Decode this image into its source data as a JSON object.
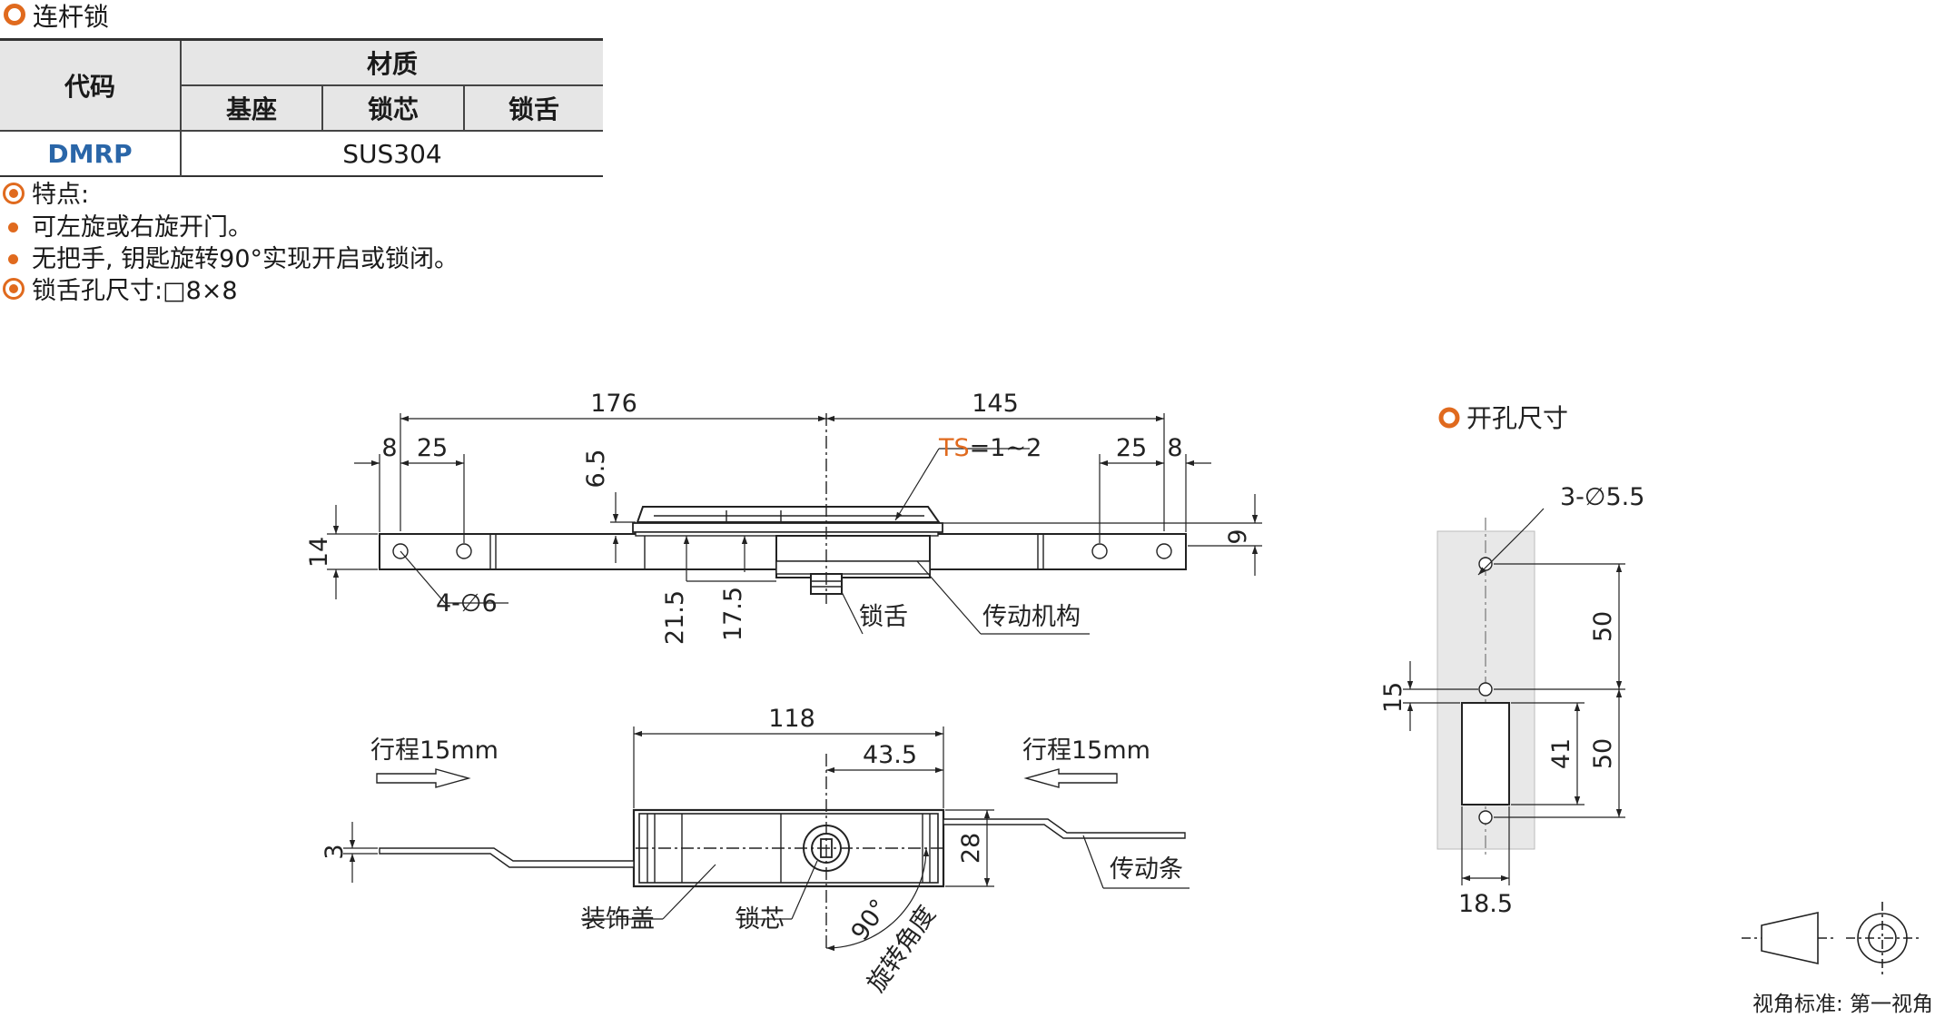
{
  "title": "连杆锁",
  "table": {
    "code_header": "代码",
    "material_header": "材质",
    "sub_headers": [
      "基座",
      "锁芯",
      "锁舌"
    ],
    "rows": [
      {
        "code": "DMRP",
        "material": "SUS304"
      }
    ]
  },
  "features": {
    "heading": "特点:",
    "items": [
      "可左旋或右旋开门。",
      "无把手, 钥匙旋转90°实现开启或锁闭。"
    ],
    "hole_size_label": "锁舌孔尺寸:",
    "hole_size_value": "□8×8"
  },
  "drawing": {
    "dims_top": {
      "d176": "176",
      "d145": "145",
      "d8_left": "8",
      "d25_left": "25",
      "d25_right": "25",
      "d8_right": "8",
      "d6_5": "6.5",
      "d14": "14",
      "d9": "9",
      "d21_5": "21.5",
      "d17_5": "17.5"
    },
    "ts_prefix": "TS",
    "ts_suffix": "=1~2",
    "hole_label": "4-∅6",
    "label_tongue": "锁舌",
    "label_mechanism": "传动机构",
    "dims_bottom": {
      "d118": "118",
      "d43_5": "43.5",
      "d3": "3",
      "d28": "28"
    },
    "travel_left": "行程15mm",
    "travel_right": "行程15mm",
    "label_cover": "装饰盖",
    "label_core": "锁芯",
    "label_bar": "传动条",
    "angle_value": "90°",
    "angle_label": "旋转角度"
  },
  "cutout": {
    "title": "开孔尺寸",
    "hole_label": "3-∅5.5",
    "dims": {
      "d50_top": "50",
      "d50_bottom": "50",
      "d15": "15",
      "d41": "41",
      "d18_5": "18.5"
    }
  },
  "projection": {
    "label": "视角标准: 第一视角"
  },
  "colors": {
    "accent": "#e06a1e",
    "code_blue": "#2a66a8",
    "header_gray": "#e6e6e6",
    "cutout_panel": "#e8e8e8"
  }
}
